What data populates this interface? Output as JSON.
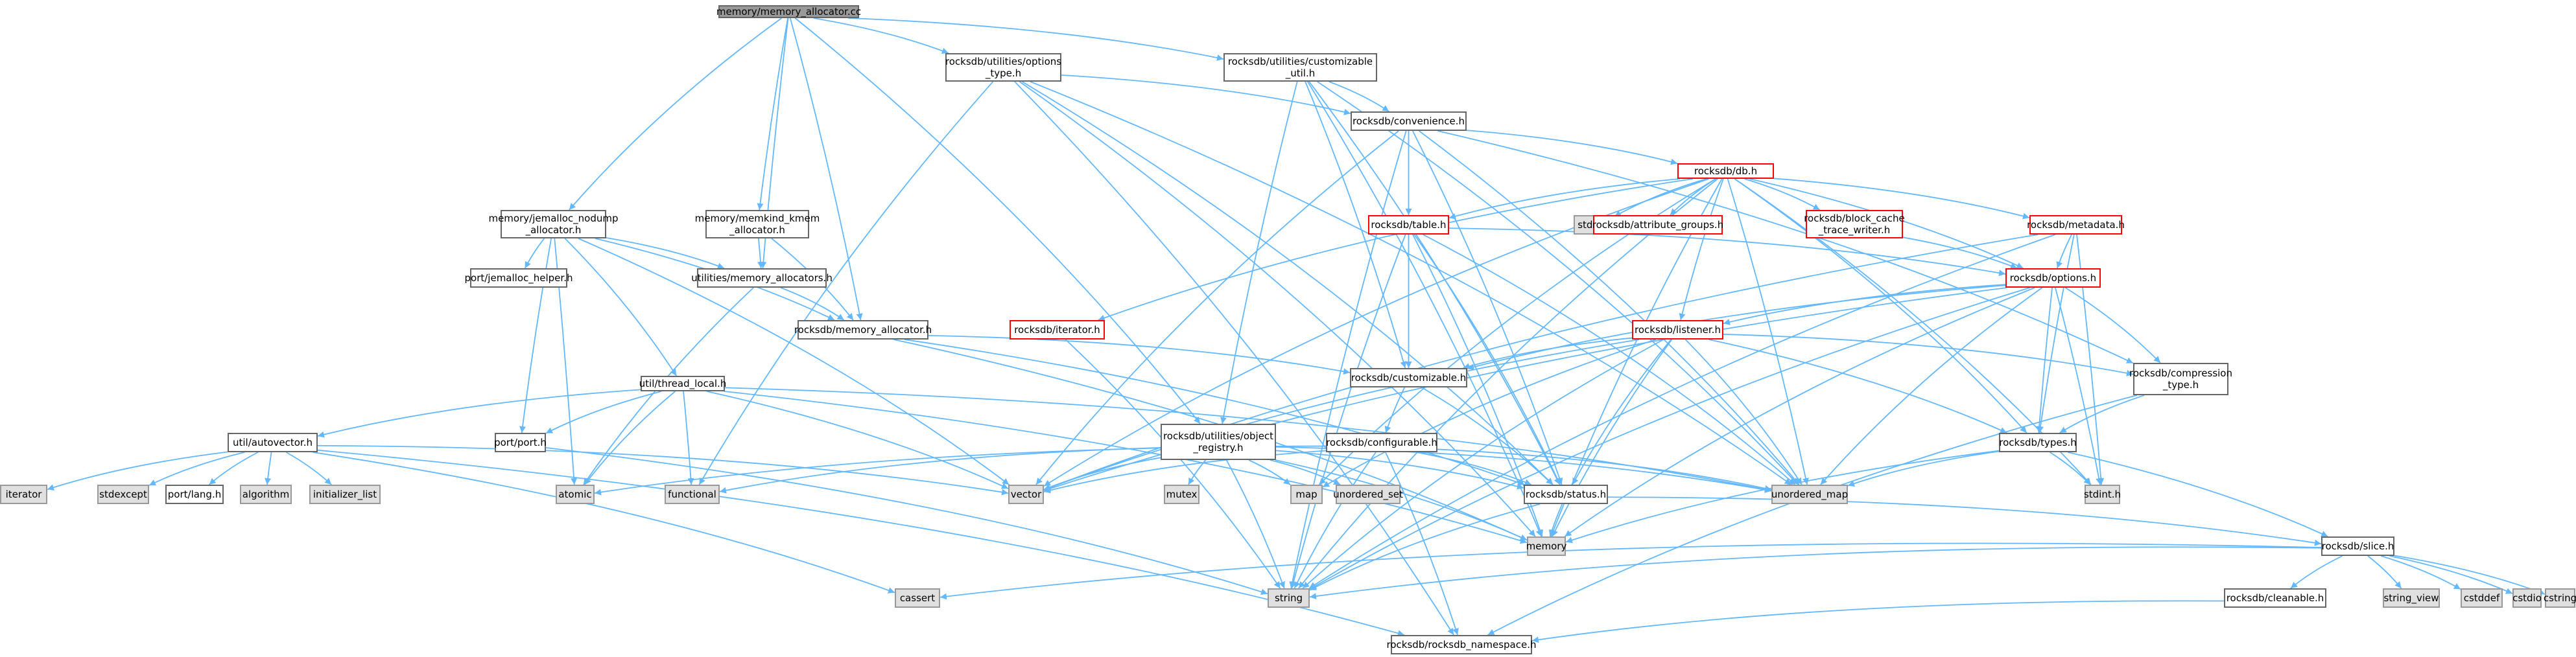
{
  "colors": {
    "edge": "#63b8ff",
    "root_fill": "#999999",
    "root_border": "#666666",
    "default_fill": "#ffffff",
    "default_border": "#666666",
    "system_fill": "#e0e0e0",
    "system_border": "#999999",
    "truncated_border": "#ff0000",
    "truncated_text": "#ff0000",
    "text": "#000000"
  },
  "nodes": [
    {
      "id": "root",
      "lines": [
        "memory/memory_allocator.cc"
      ],
      "kind": "root"
    },
    {
      "id": "opt_type",
      "lines": [
        "rocksdb/utilities/options",
        "_type.h"
      ],
      "kind": "default"
    },
    {
      "id": "cust_util",
      "lines": [
        "rocksdb/utilities/customizable",
        "_util.h"
      ],
      "kind": "default"
    },
    {
      "id": "convenience",
      "lines": [
        "rocksdb/convenience.h"
      ],
      "kind": "default"
    },
    {
      "id": "db",
      "lines": [
        "rocksdb/db.h"
      ],
      "kind": "truncated"
    },
    {
      "id": "jemalloc",
      "lines": [
        "memory/jemalloc_nodump",
        "_allocator.h"
      ],
      "kind": "default"
    },
    {
      "id": "memkind",
      "lines": [
        "memory/memkind_kmem",
        "_allocator.h"
      ],
      "kind": "default"
    },
    {
      "id": "stdio",
      "lines": [
        "stdio.h"
      ],
      "kind": "system"
    },
    {
      "id": "attr_groups",
      "lines": [
        "rocksdb/attribute_groups.h"
      ],
      "kind": "truncated"
    },
    {
      "id": "block_cache",
      "lines": [
        "rocksdb/block_cache",
        "_trace_writer.h"
      ],
      "kind": "truncated"
    },
    {
      "id": "metadata",
      "lines": [
        "rocksdb/metadata.h"
      ],
      "kind": "truncated"
    },
    {
      "id": "table",
      "lines": [
        "rocksdb/table.h"
      ],
      "kind": "truncated"
    },
    {
      "id": "jem_helper",
      "lines": [
        "port/jemalloc_helper.h"
      ],
      "kind": "default"
    },
    {
      "id": "mem_allocators",
      "lines": [
        "utilities/memory_allocators.h"
      ],
      "kind": "default"
    },
    {
      "id": "options",
      "lines": [
        "rocksdb/options.h"
      ],
      "kind": "truncated"
    },
    {
      "id": "mem_allocator",
      "lines": [
        "rocksdb/memory_allocator.h"
      ],
      "kind": "default"
    },
    {
      "id": "iterator",
      "lines": [
        "rocksdb/iterator.h"
      ],
      "kind": "truncated"
    },
    {
      "id": "listener",
      "lines": [
        "rocksdb/listener.h"
      ],
      "kind": "truncated"
    },
    {
      "id": "thread_local",
      "lines": [
        "util/thread_local.h"
      ],
      "kind": "default"
    },
    {
      "id": "customizable",
      "lines": [
        "rocksdb/customizable.h"
      ],
      "kind": "default"
    },
    {
      "id": "compression",
      "lines": [
        "rocksdb/compression",
        "_type.h"
      ],
      "kind": "default"
    },
    {
      "id": "autovector",
      "lines": [
        "util/autovector.h"
      ],
      "kind": "default"
    },
    {
      "id": "port",
      "lines": [
        "port/port.h"
      ],
      "kind": "default"
    },
    {
      "id": "obj_registry",
      "lines": [
        "rocksdb/utilities/object",
        "_registry.h"
      ],
      "kind": "default"
    },
    {
      "id": "configurable",
      "lines": [
        "rocksdb/configurable.h"
      ],
      "kind": "default"
    },
    {
      "id": "types",
      "lines": [
        "rocksdb/types.h"
      ],
      "kind": "default"
    },
    {
      "id": "iterator_sys",
      "lines": [
        "iterator"
      ],
      "kind": "system"
    },
    {
      "id": "stdexcept",
      "lines": [
        "stdexcept"
      ],
      "kind": "system"
    },
    {
      "id": "lang",
      "lines": [
        "port/lang.h"
      ],
      "kind": "default"
    },
    {
      "id": "algorithm",
      "lines": [
        "algorithm"
      ],
      "kind": "system"
    },
    {
      "id": "init_list",
      "lines": [
        "initializer_list"
      ],
      "kind": "system"
    },
    {
      "id": "atomic",
      "lines": [
        "atomic"
      ],
      "kind": "system"
    },
    {
      "id": "functional",
      "lines": [
        "functional"
      ],
      "kind": "system"
    },
    {
      "id": "vector",
      "lines": [
        "vector"
      ],
      "kind": "system"
    },
    {
      "id": "mutex",
      "lines": [
        "mutex"
      ],
      "kind": "system"
    },
    {
      "id": "map",
      "lines": [
        "map"
      ],
      "kind": "system"
    },
    {
      "id": "unordered_set",
      "lines": [
        "unordered_set"
      ],
      "kind": "system"
    },
    {
      "id": "status",
      "lines": [
        "rocksdb/status.h"
      ],
      "kind": "default"
    },
    {
      "id": "unordered_map",
      "lines": [
        "unordered_map"
      ],
      "kind": "system"
    },
    {
      "id": "stdint",
      "lines": [
        "stdint.h"
      ],
      "kind": "system"
    },
    {
      "id": "memory",
      "lines": [
        "memory"
      ],
      "kind": "system"
    },
    {
      "id": "slice",
      "lines": [
        "rocksdb/slice.h"
      ],
      "kind": "default"
    },
    {
      "id": "cassert",
      "lines": [
        "cassert"
      ],
      "kind": "system"
    },
    {
      "id": "string",
      "lines": [
        "string"
      ],
      "kind": "system"
    },
    {
      "id": "cleanable",
      "lines": [
        "rocksdb/cleanable.h"
      ],
      "kind": "default"
    },
    {
      "id": "string_view",
      "lines": [
        "string_view"
      ],
      "kind": "system"
    },
    {
      "id": "cstddef",
      "lines": [
        "cstddef"
      ],
      "kind": "system"
    },
    {
      "id": "cstdio",
      "lines": [
        "cstdio"
      ],
      "kind": "system"
    },
    {
      "id": "cstring",
      "lines": [
        "cstring"
      ],
      "kind": "system"
    },
    {
      "id": "namespace",
      "lines": [
        "rocksdb/rocksdb_namespace.h"
      ],
      "kind": "default"
    }
  ],
  "edges": [
    [
      "root",
      "opt_type"
    ],
    [
      "root",
      "cust_util"
    ],
    [
      "root",
      "jemalloc"
    ],
    [
      "root",
      "memkind"
    ],
    [
      "root",
      "mem_allocators"
    ],
    [
      "root",
      "mem_allocator"
    ],
    [
      "root",
      "obj_registry"
    ],
    [
      "opt_type",
      "convenience"
    ],
    [
      "opt_type",
      "unordered_map"
    ],
    [
      "opt_type",
      "status"
    ],
    [
      "opt_type",
      "functional"
    ],
    [
      "opt_type",
      "memory"
    ],
    [
      "opt_type",
      "namespace"
    ],
    [
      "cust_util",
      "convenience"
    ],
    [
      "cust_util",
      "customizable"
    ],
    [
      "cust_util",
      "obj_registry"
    ],
    [
      "cust_util",
      "status"
    ],
    [
      "cust_util",
      "unordered_map"
    ],
    [
      "cust_util",
      "memory"
    ],
    [
      "convenience",
      "db"
    ],
    [
      "convenience",
      "table"
    ],
    [
      "convenience",
      "compression"
    ],
    [
      "convenience",
      "status"
    ],
    [
      "convenience",
      "string"
    ],
    [
      "convenience",
      "vector"
    ],
    [
      "convenience",
      "unordered_map"
    ],
    [
      "db",
      "stdio"
    ],
    [
      "db",
      "attr_groups"
    ],
    [
      "db",
      "block_cache"
    ],
    [
      "db",
      "metadata"
    ],
    [
      "db",
      "iterator"
    ],
    [
      "db",
      "listener"
    ],
    [
      "db",
      "options"
    ],
    [
      "db",
      "types"
    ],
    [
      "db",
      "table"
    ],
    [
      "db",
      "string"
    ],
    [
      "db",
      "memory"
    ],
    [
      "db",
      "vector"
    ],
    [
      "db",
      "map"
    ],
    [
      "db",
      "unordered_map"
    ],
    [
      "db",
      "stdint"
    ],
    [
      "jemalloc",
      "jem_helper"
    ],
    [
      "jemalloc",
      "mem_allocators"
    ],
    [
      "jemalloc",
      "mem_allocator"
    ],
    [
      "jemalloc",
      "thread_local"
    ],
    [
      "jemalloc",
      "port"
    ],
    [
      "jemalloc",
      "atomic"
    ],
    [
      "jemalloc",
      "vector"
    ],
    [
      "memkind",
      "mem_allocators"
    ],
    [
      "memkind",
      "mem_allocator"
    ],
    [
      "mem_allocators",
      "mem_allocator"
    ],
    [
      "mem_allocators",
      "atomic"
    ],
    [
      "mem_allocator",
      "customizable"
    ],
    [
      "mem_allocator",
      "status"
    ],
    [
      "mem_allocator",
      "memory"
    ],
    [
      "block_cache",
      "options"
    ],
    [
      "metadata",
      "options"
    ],
    [
      "metadata",
      "types"
    ],
    [
      "metadata",
      "vector"
    ],
    [
      "metadata",
      "string"
    ],
    [
      "metadata",
      "stdint"
    ],
    [
      "table",
      "options"
    ],
    [
      "table",
      "customizable"
    ],
    [
      "table",
      "status"
    ],
    [
      "table",
      "string"
    ],
    [
      "table",
      "memory"
    ],
    [
      "table",
      "unordered_map"
    ],
    [
      "options",
      "listener"
    ],
    [
      "options",
      "compression"
    ],
    [
      "options",
      "customizable"
    ],
    [
      "options",
      "types"
    ],
    [
      "options",
      "vector"
    ],
    [
      "options",
      "string"
    ],
    [
      "options",
      "memory"
    ],
    [
      "options",
      "unordered_map"
    ],
    [
      "options",
      "stdint"
    ],
    [
      "iterator",
      "string"
    ],
    [
      "listener",
      "compression"
    ],
    [
      "listener",
      "customizable"
    ],
    [
      "listener",
      "status"
    ],
    [
      "listener",
      "types"
    ],
    [
      "listener",
      "vector"
    ],
    [
      "listener",
      "string"
    ],
    [
      "listener",
      "memory"
    ],
    [
      "listener",
      "unordered_map"
    ],
    [
      "listener",
      "map"
    ],
    [
      "customizable",
      "configurable"
    ],
    [
      "customizable",
      "status"
    ],
    [
      "configurable",
      "status"
    ],
    [
      "configurable",
      "vector"
    ],
    [
      "configurable",
      "string"
    ],
    [
      "configurable",
      "atomic"
    ],
    [
      "configurable",
      "unordered_map"
    ],
    [
      "configurable",
      "namespace"
    ],
    [
      "obj_registry",
      "status"
    ],
    [
      "obj_registry",
      "vector"
    ],
    [
      "obj_registry",
      "string"
    ],
    [
      "obj_registry",
      "mutex"
    ],
    [
      "obj_registry",
      "map"
    ],
    [
      "obj_registry",
      "unordered_set"
    ],
    [
      "obj_registry",
      "unordered_map"
    ],
    [
      "obj_registry",
      "memory"
    ],
    [
      "obj_registry",
      "functional"
    ],
    [
      "compression",
      "types"
    ],
    [
      "compression",
      "namespace"
    ],
    [
      "types",
      "slice"
    ],
    [
      "types",
      "stdint"
    ],
    [
      "types",
      "memory"
    ],
    [
      "types",
      "unordered_map"
    ],
    [
      "status",
      "slice"
    ],
    [
      "status",
      "string"
    ],
    [
      "status",
      "memory"
    ],
    [
      "slice",
      "cleanable"
    ],
    [
      "slice",
      "string"
    ],
    [
      "slice",
      "string_view"
    ],
    [
      "slice",
      "cstddef"
    ],
    [
      "slice",
      "cstdio"
    ],
    [
      "slice",
      "cstring"
    ],
    [
      "slice",
      "cassert"
    ],
    [
      "cleanable",
      "namespace"
    ],
    [
      "thread_local",
      "autovector"
    ],
    [
      "thread_local",
      "port"
    ],
    [
      "thread_local",
      "atomic"
    ],
    [
      "thread_local",
      "functional"
    ],
    [
      "thread_local",
      "memory"
    ],
    [
      "thread_local",
      "unordered_map"
    ],
    [
      "thread_local",
      "vector"
    ],
    [
      "autovector",
      "iterator_sys"
    ],
    [
      "autovector",
      "stdexcept"
    ],
    [
      "autovector",
      "lang"
    ],
    [
      "autovector",
      "algorithm"
    ],
    [
      "autovector",
      "init_list"
    ],
    [
      "autovector",
      "vector"
    ],
    [
      "autovector",
      "cassert"
    ],
    [
      "autovector",
      "namespace"
    ],
    [
      "port",
      "string"
    ]
  ]
}
